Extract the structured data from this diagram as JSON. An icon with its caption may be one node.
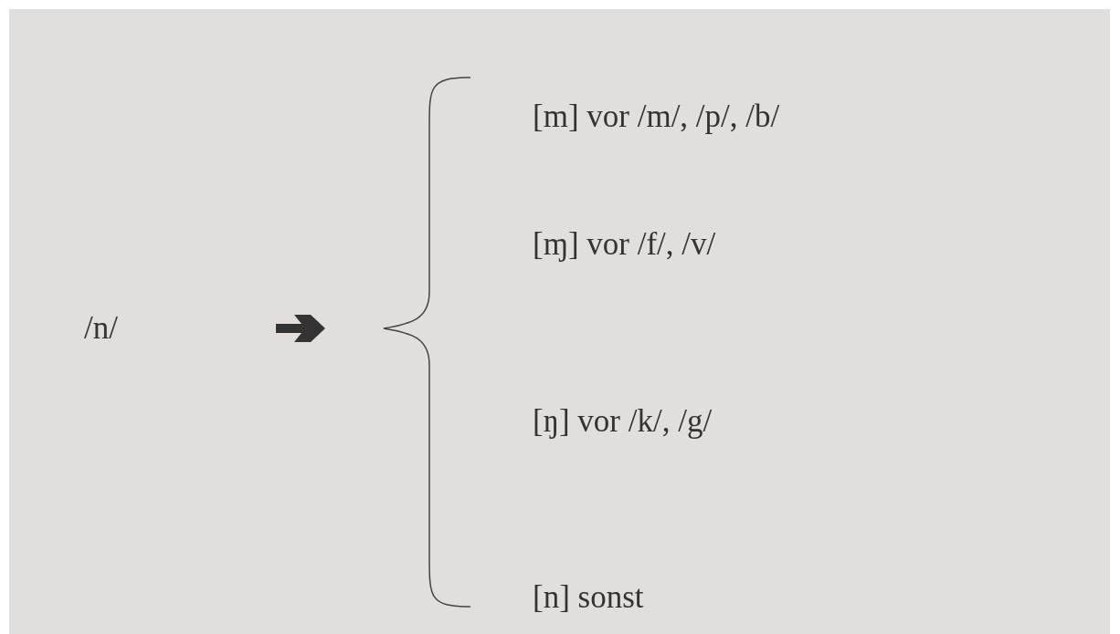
{
  "diagram": {
    "labels": [
      "/n/",
      "[m] vor /m/, /p/, /b/",
      "[ɱ] vor /f/, /v/",
      "[ŋ] vor /k/, /g/",
      "[n] sonst"
    ]
  }
}
